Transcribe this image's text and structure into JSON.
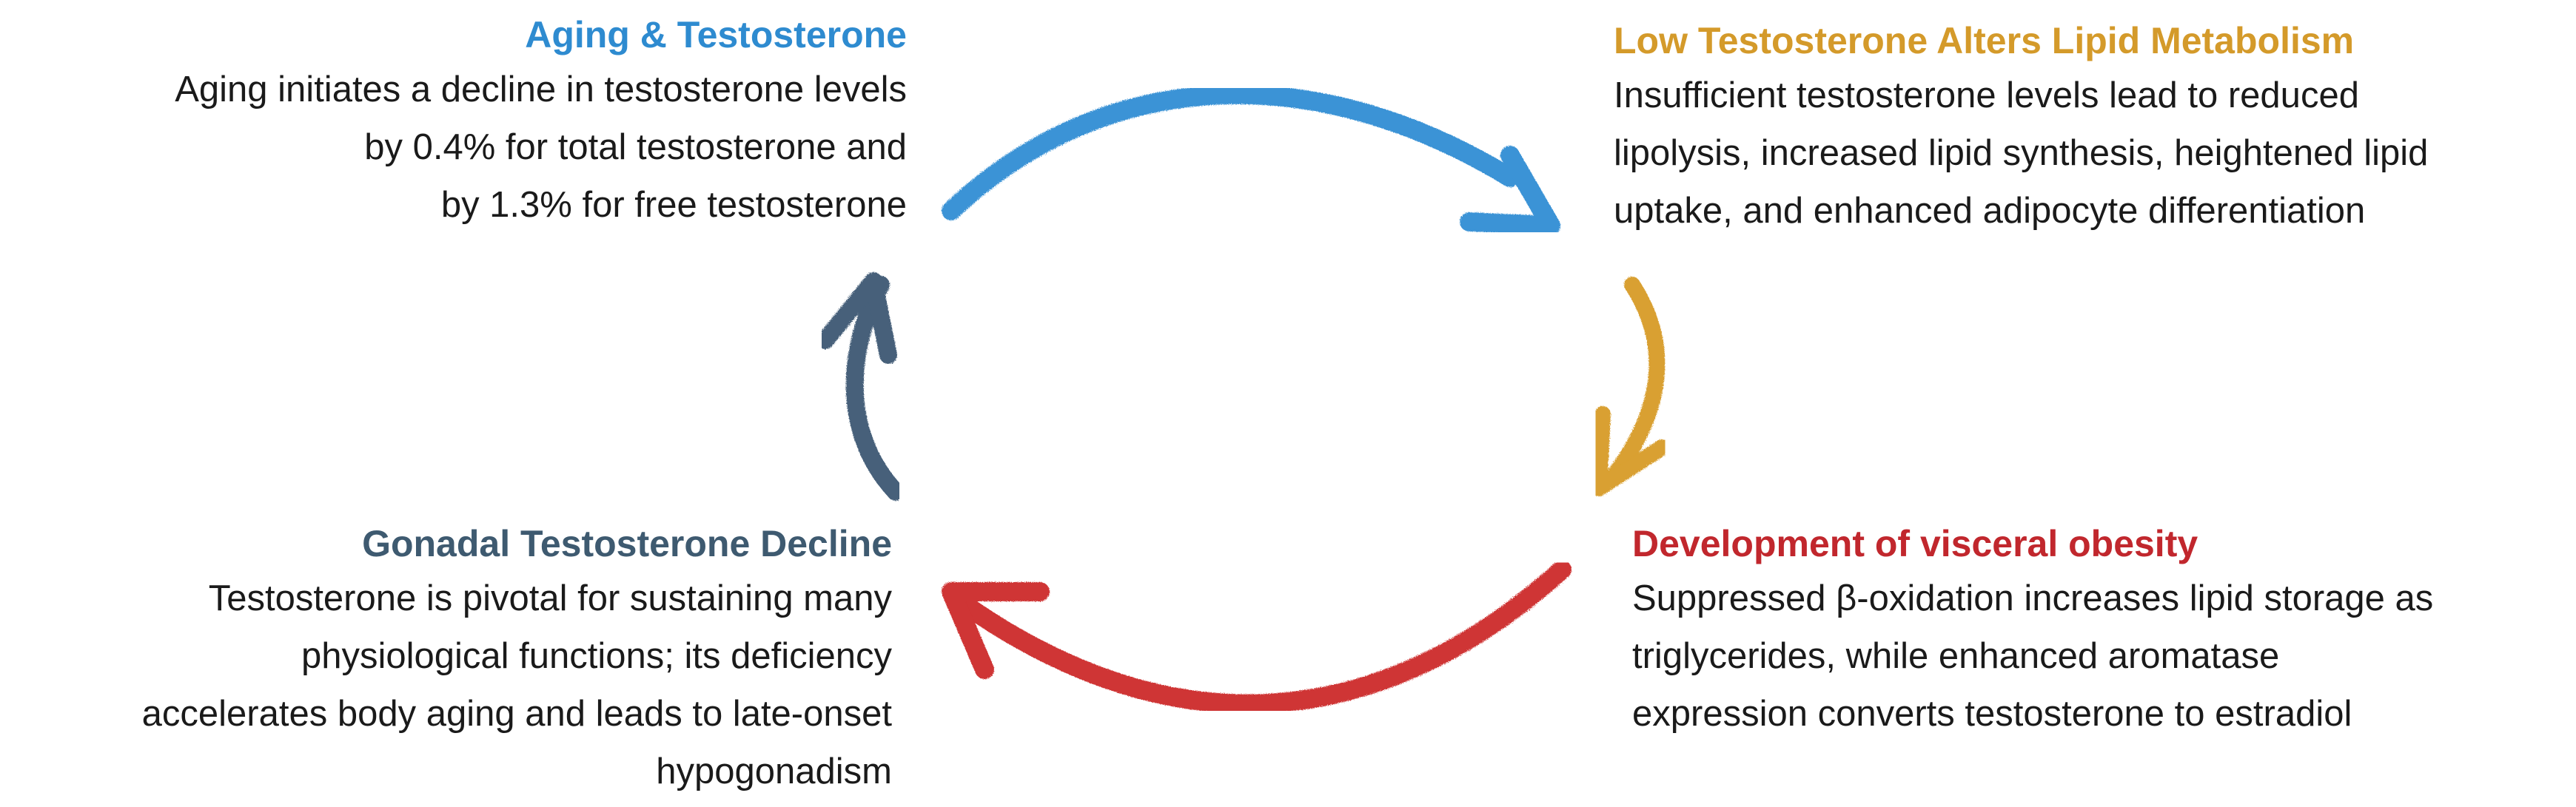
{
  "nodes": {
    "aging": {
      "title": "Aging & Testosterone",
      "lines": [
        "Aging initiates a decline in testosterone levels",
        "by 0.4% for total testosterone and",
        "by 1.3% for free testosterone"
      ],
      "color": "#2e8bd0"
    },
    "low_t": {
      "title": "Low Testosterone Alters Lipid Metabolism",
      "lines": [
        "Insufficient testosterone levels lead to reduced",
        "lipolysis, increased lipid synthesis, heightened lipid",
        "uptake, and enhanced adipocyte differentiation"
      ],
      "color": "#d49a2a"
    },
    "visceral": {
      "title": "Development of visceral obesity",
      "lines": [
        "Suppressed β-oxidation increases lipid storage as",
        "triglycerides, while enhanced aromatase",
        "expression converts testosterone to estradiol"
      ],
      "color": "#c1272d"
    },
    "gonadal": {
      "title": "Gonadal Testosterone Decline",
      "lines": [
        "Testosterone is pivotal for sustaining many",
        "physiological functions; its deficiency",
        "accelerates body aging and leads to late-onset",
        "hypogonadism"
      ],
      "color": "#3e5a70"
    }
  },
  "arrows": {
    "top": {
      "color": "#3b93d6",
      "direction": "clockwise"
    },
    "right": {
      "color": "#d9a030",
      "direction": "down"
    },
    "bottom": {
      "color": "#cf3434",
      "direction": "leftward"
    },
    "left": {
      "color": "#46617a",
      "direction": "up"
    }
  }
}
